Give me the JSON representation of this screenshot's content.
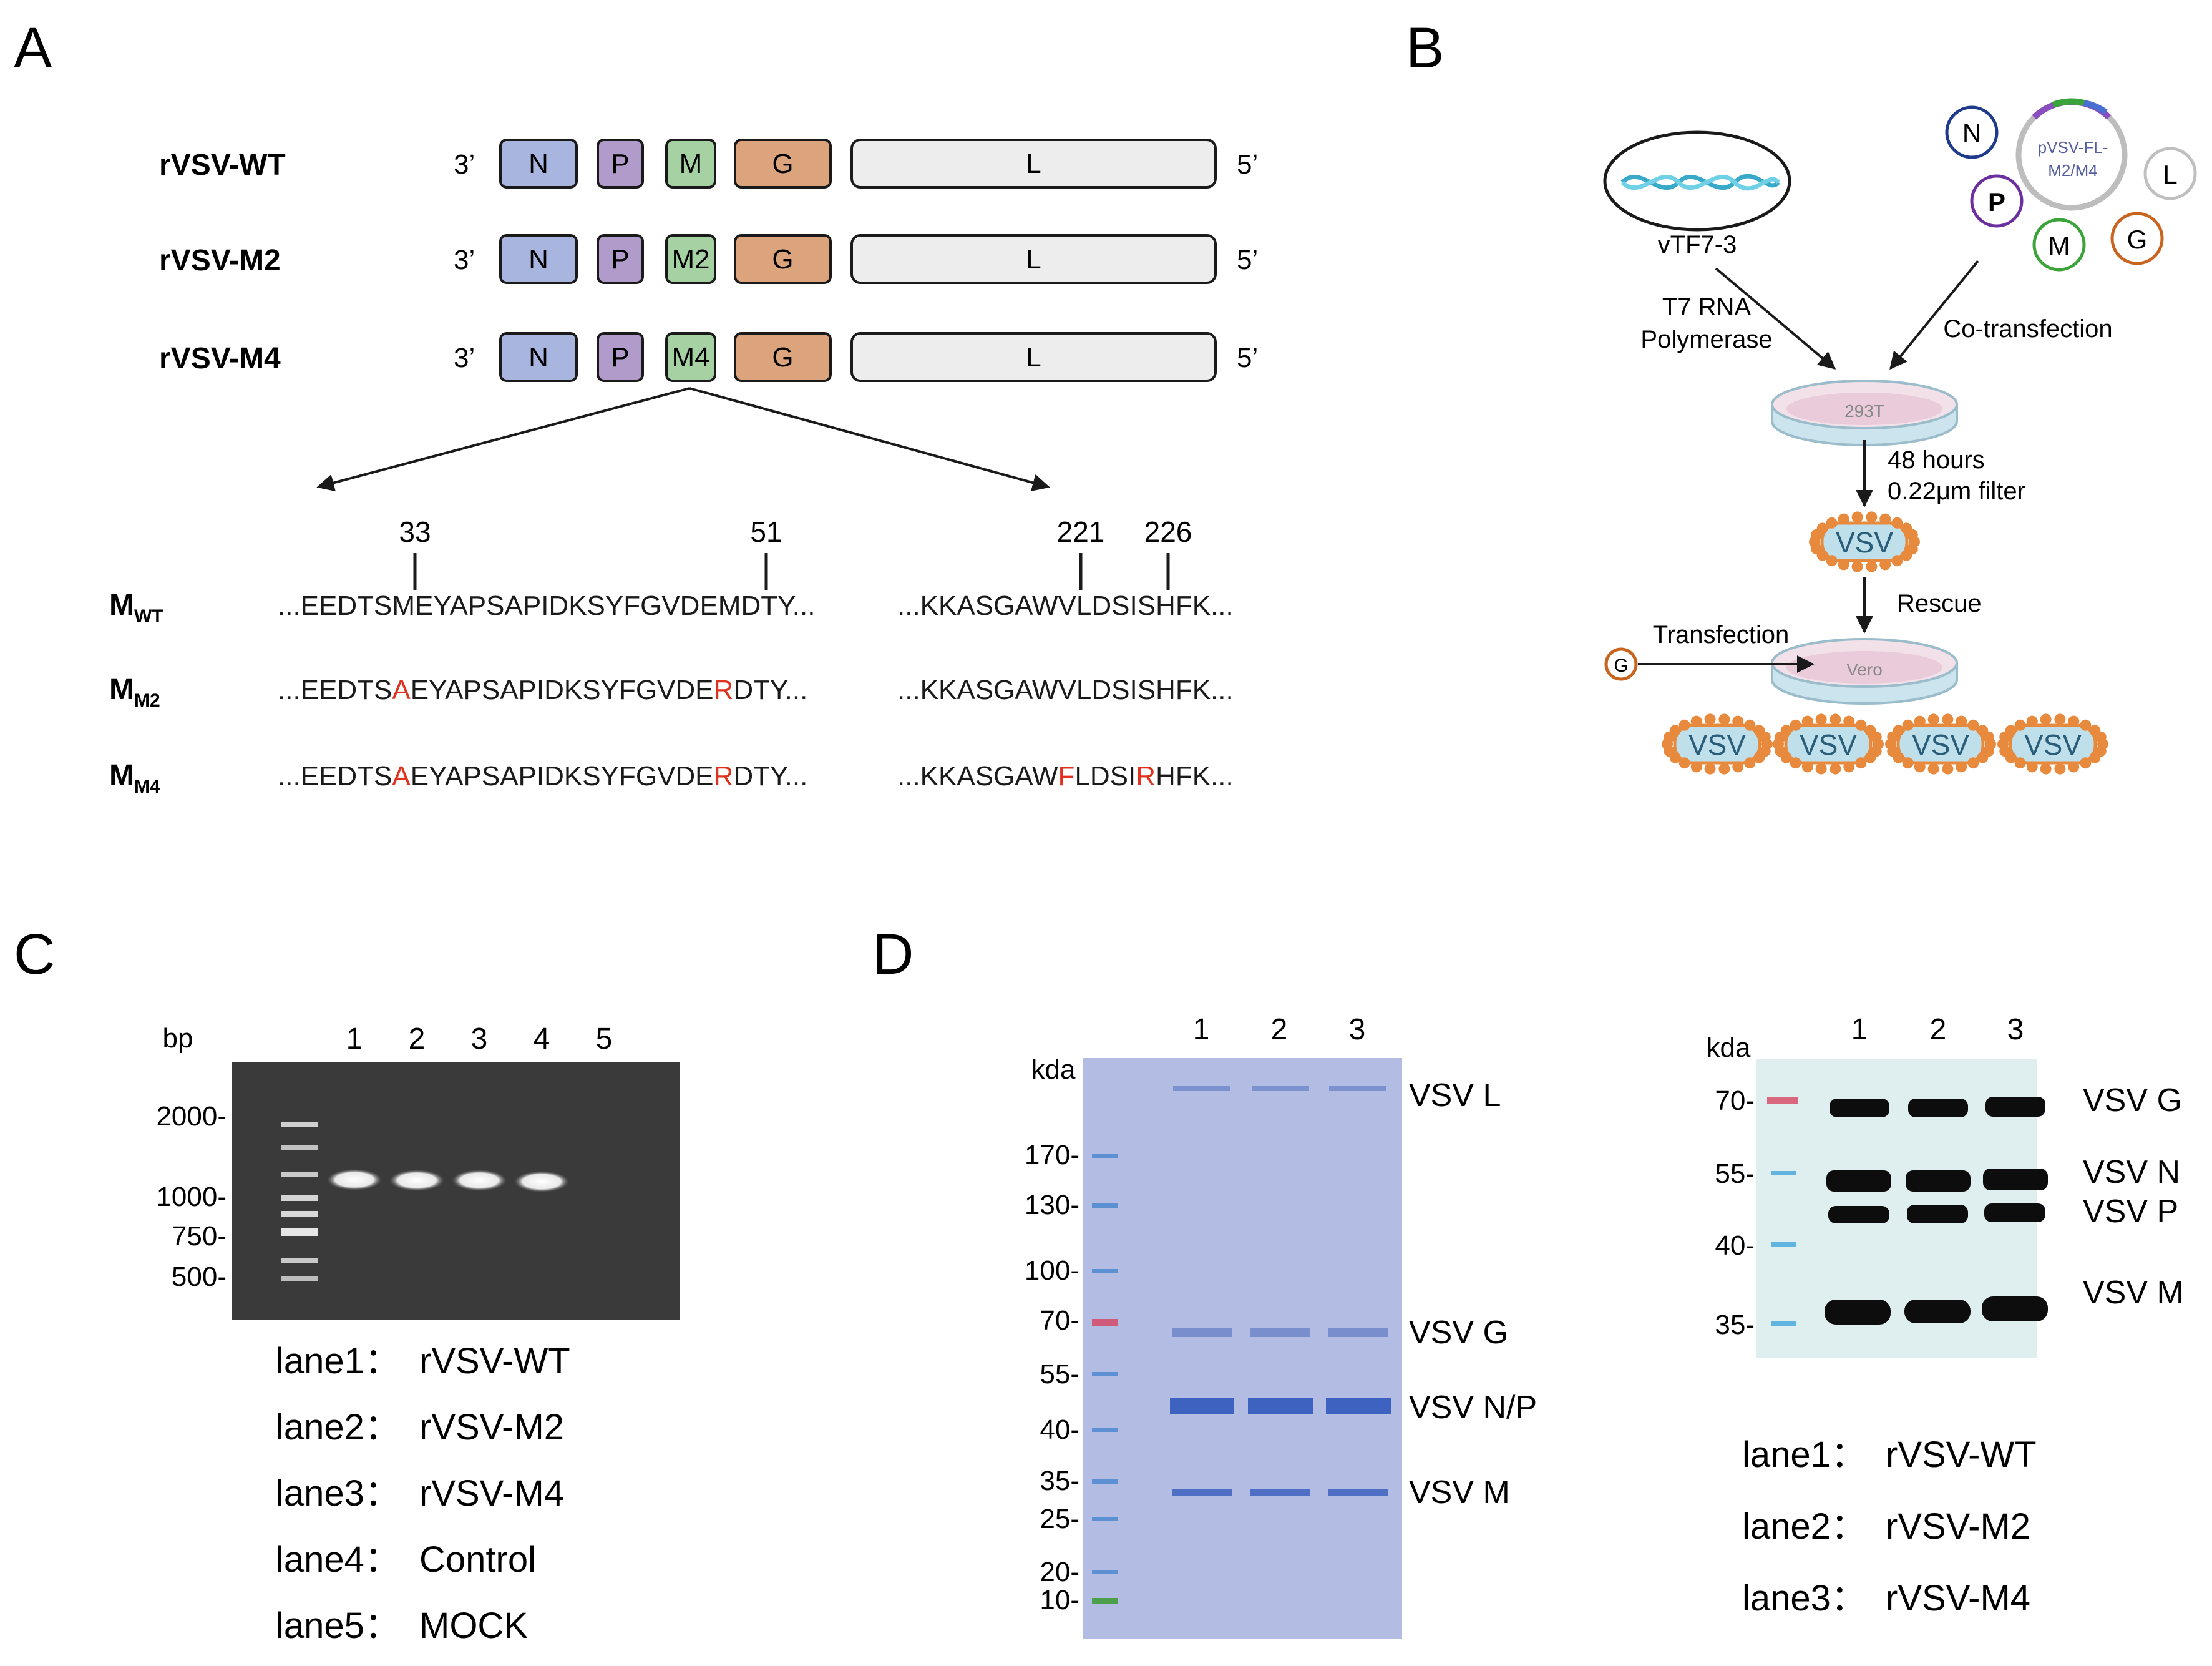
{
  "panels": {
    "a": "A",
    "b": "B",
    "c": "C",
    "d": "D"
  },
  "panel_a": {
    "end3": "3’",
    "end5": "5’",
    "constructs": [
      {
        "name": "rVSV-WT",
        "genes": [
          "N",
          "P",
          "M",
          "G",
          "L"
        ]
      },
      {
        "name": "rVSV-M2",
        "genes": [
          "N",
          "P",
          "M2",
          "G",
          "L"
        ]
      },
      {
        "name": "rVSV-M4",
        "genes": [
          "N",
          "P",
          "M4",
          "G",
          "L"
        ]
      }
    ],
    "positions": [
      "33",
      "51",
      "221",
      "226"
    ],
    "sequences": [
      {
        "label_main": "M",
        "label_sub": "WT",
        "left": [
          [
            "...EEDTSMEYAPSAPIDKSYFGVDEMDTY...",
            false
          ]
        ],
        "right": [
          [
            "...KKASGAWVLDSISHFK...",
            false
          ]
        ]
      },
      {
        "label_main": "M",
        "label_sub": "M2",
        "left": [
          [
            "...EEDTS",
            false
          ],
          [
            "A",
            true
          ],
          [
            "EYAPSAPIDKSYFGVDE",
            false
          ],
          [
            "R",
            true
          ],
          [
            "DTY...",
            false
          ]
        ],
        "right": [
          [
            "...KKASGAWVLDSISHFK...",
            false
          ]
        ]
      },
      {
        "label_main": "M",
        "label_sub": "M4",
        "left": [
          [
            "...EEDTS",
            false
          ],
          [
            "A",
            true
          ],
          [
            "EYAPSAPIDKSYFGVDE",
            false
          ],
          [
            "R",
            true
          ],
          [
            "DTY...",
            false
          ]
        ],
        "right": [
          [
            "...KKASGAW",
            false
          ],
          [
            "F",
            true
          ],
          [
            "LDSI",
            false
          ],
          [
            "R",
            true
          ],
          [
            "HFK...",
            false
          ]
        ]
      }
    ]
  },
  "panel_b": {
    "vaccinia": "vTF7-3",
    "polymerase": [
      "T7 RNA",
      "Polymerase"
    ],
    "cotransfection": "Co-transfection",
    "plasmid": [
      "pVSV-FL-",
      "M2/M4"
    ],
    "helpers": [
      "N",
      "P",
      "M",
      "G",
      "L"
    ],
    "dish1": "293T",
    "step1": [
      "48 hours",
      "0.22μm filter"
    ],
    "virus": "VSV",
    "rescue": "Rescue",
    "transfection": "Transfection",
    "g_plasmid": "G",
    "dish2": "Vero"
  },
  "panel_c": {
    "unit": "bp",
    "lanes": [
      "1",
      "2",
      "3",
      "4",
      "5"
    ],
    "markers": [
      "2000-",
      "1000-",
      "750-",
      "500-"
    ],
    "legend": [
      [
        "lane1：",
        "rVSV-WT"
      ],
      [
        "lane2：",
        "rVSV-M2"
      ],
      [
        "lane3：",
        "rVSV-M4"
      ],
      [
        "lane4：",
        "Control"
      ],
      [
        "lane5：",
        "MOCK"
      ]
    ]
  },
  "panel_d": {
    "gel": {
      "unit": "kda",
      "lanes": [
        "1",
        "2",
        "3"
      ],
      "markers": [
        "170-",
        "130-",
        "100-",
        "70-",
        "55-",
        "40-",
        "35-",
        "25-",
        "20-",
        "10-"
      ],
      "bands": [
        "VSV L",
        "VSV G",
        "VSV N/P",
        "VSV M"
      ]
    },
    "blot": {
      "unit": "kda",
      "lanes": [
        "1",
        "2",
        "3"
      ],
      "markers": [
        "70-",
        "55-",
        "40-",
        "35-"
      ],
      "bands": [
        "VSV G",
        "VSV N",
        "VSV P",
        "VSV M"
      ]
    },
    "legend": [
      [
        "lane1：",
        "rVSV-WT"
      ],
      [
        "lane2：",
        "rVSV-M2"
      ],
      [
        "lane3：",
        "rVSV-M4"
      ]
    ]
  },
  "colors": {
    "N": "#a8b6df",
    "P": "#b09bcb",
    "M": "#a6d2a3",
    "G": "#dca47c",
    "L": "#ededed",
    "mutation": "#e0301e",
    "virus": "#e88a3d",
    "gel_bg": "#3a3a3a",
    "coomassie": "#b3bde3",
    "blot": "#dfeff0"
  }
}
